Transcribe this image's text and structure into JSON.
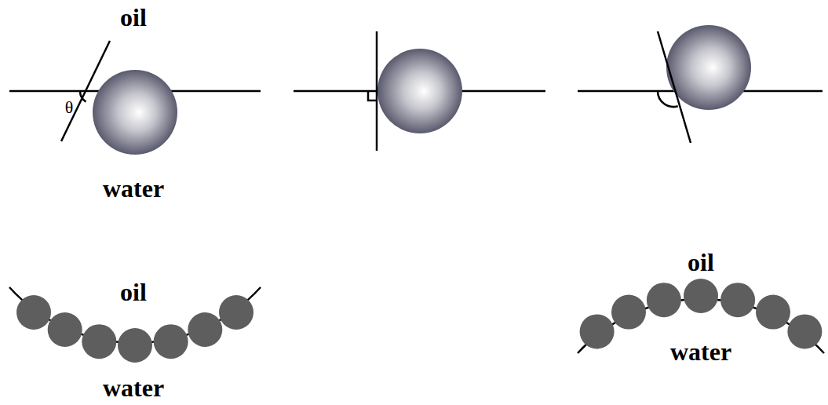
{
  "diagram": {
    "labels": [
      "oil",
      "θ",
      "water",
      "oil",
      "water",
      "oil",
      "water"
    ]
  }
}
